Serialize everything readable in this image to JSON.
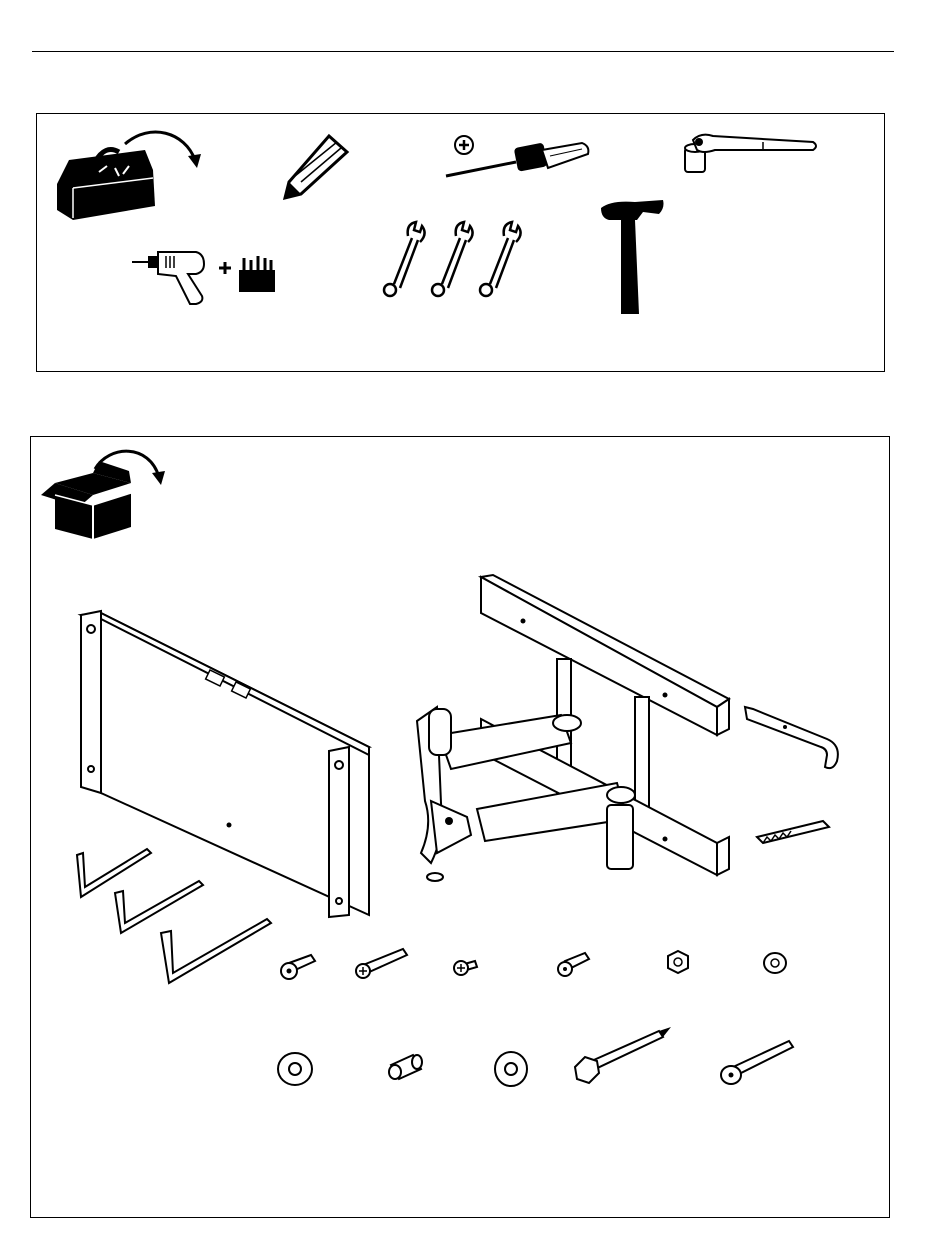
{
  "page": {
    "sections": [
      {
        "id": "tools",
        "icon": "toolbox-icon"
      },
      {
        "id": "parts",
        "icon": "open-box-icon"
      }
    ]
  },
  "tools": [
    {
      "name": "toolbox-icon"
    },
    {
      "name": "pencil-icon"
    },
    {
      "name": "phillips-screwdriver-icon"
    },
    {
      "name": "socket-wrench-icon"
    },
    {
      "name": "power-drill-icon"
    },
    {
      "name": "drill-bits-icon"
    },
    {
      "name": "open-end-wrench-icon",
      "count": 3
    },
    {
      "name": "hammer-icon"
    }
  ],
  "parts": [
    {
      "name": "wall-plate"
    },
    {
      "name": "articulating-arm-assembly"
    },
    {
      "name": "safety-bracket"
    },
    {
      "name": "serrated-clip"
    },
    {
      "name": "hex-key",
      "count": 3
    },
    {
      "name": "short-bolt"
    },
    {
      "name": "long-screw"
    },
    {
      "name": "small-screw"
    },
    {
      "name": "short-bolt"
    },
    {
      "name": "hex-nut"
    },
    {
      "name": "small-washer"
    },
    {
      "name": "large-washer"
    },
    {
      "name": "spacer"
    },
    {
      "name": "flat-washer"
    },
    {
      "name": "lag-bolt"
    },
    {
      "name": "long-bolt"
    }
  ]
}
